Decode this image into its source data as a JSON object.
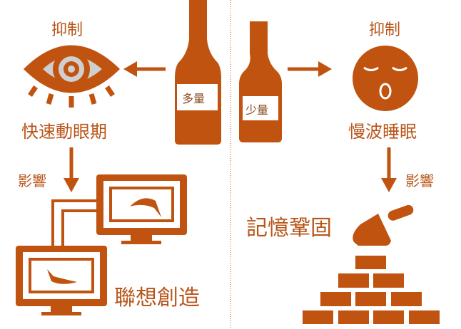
{
  "colors": {
    "accent": "#c0530f",
    "gray": "#cfcfcf"
  },
  "left": {
    "suppress_label": "抑制",
    "bottle_label": "多量",
    "rem_label": "快速動眼期",
    "influence_label": "影響",
    "creative_label": "聯想創造"
  },
  "right": {
    "suppress_label": "抑制",
    "bottle_label": "少量",
    "sws_label": "慢波睡眠",
    "influence_label": "影響",
    "memory_label": "記憶鞏固"
  }
}
